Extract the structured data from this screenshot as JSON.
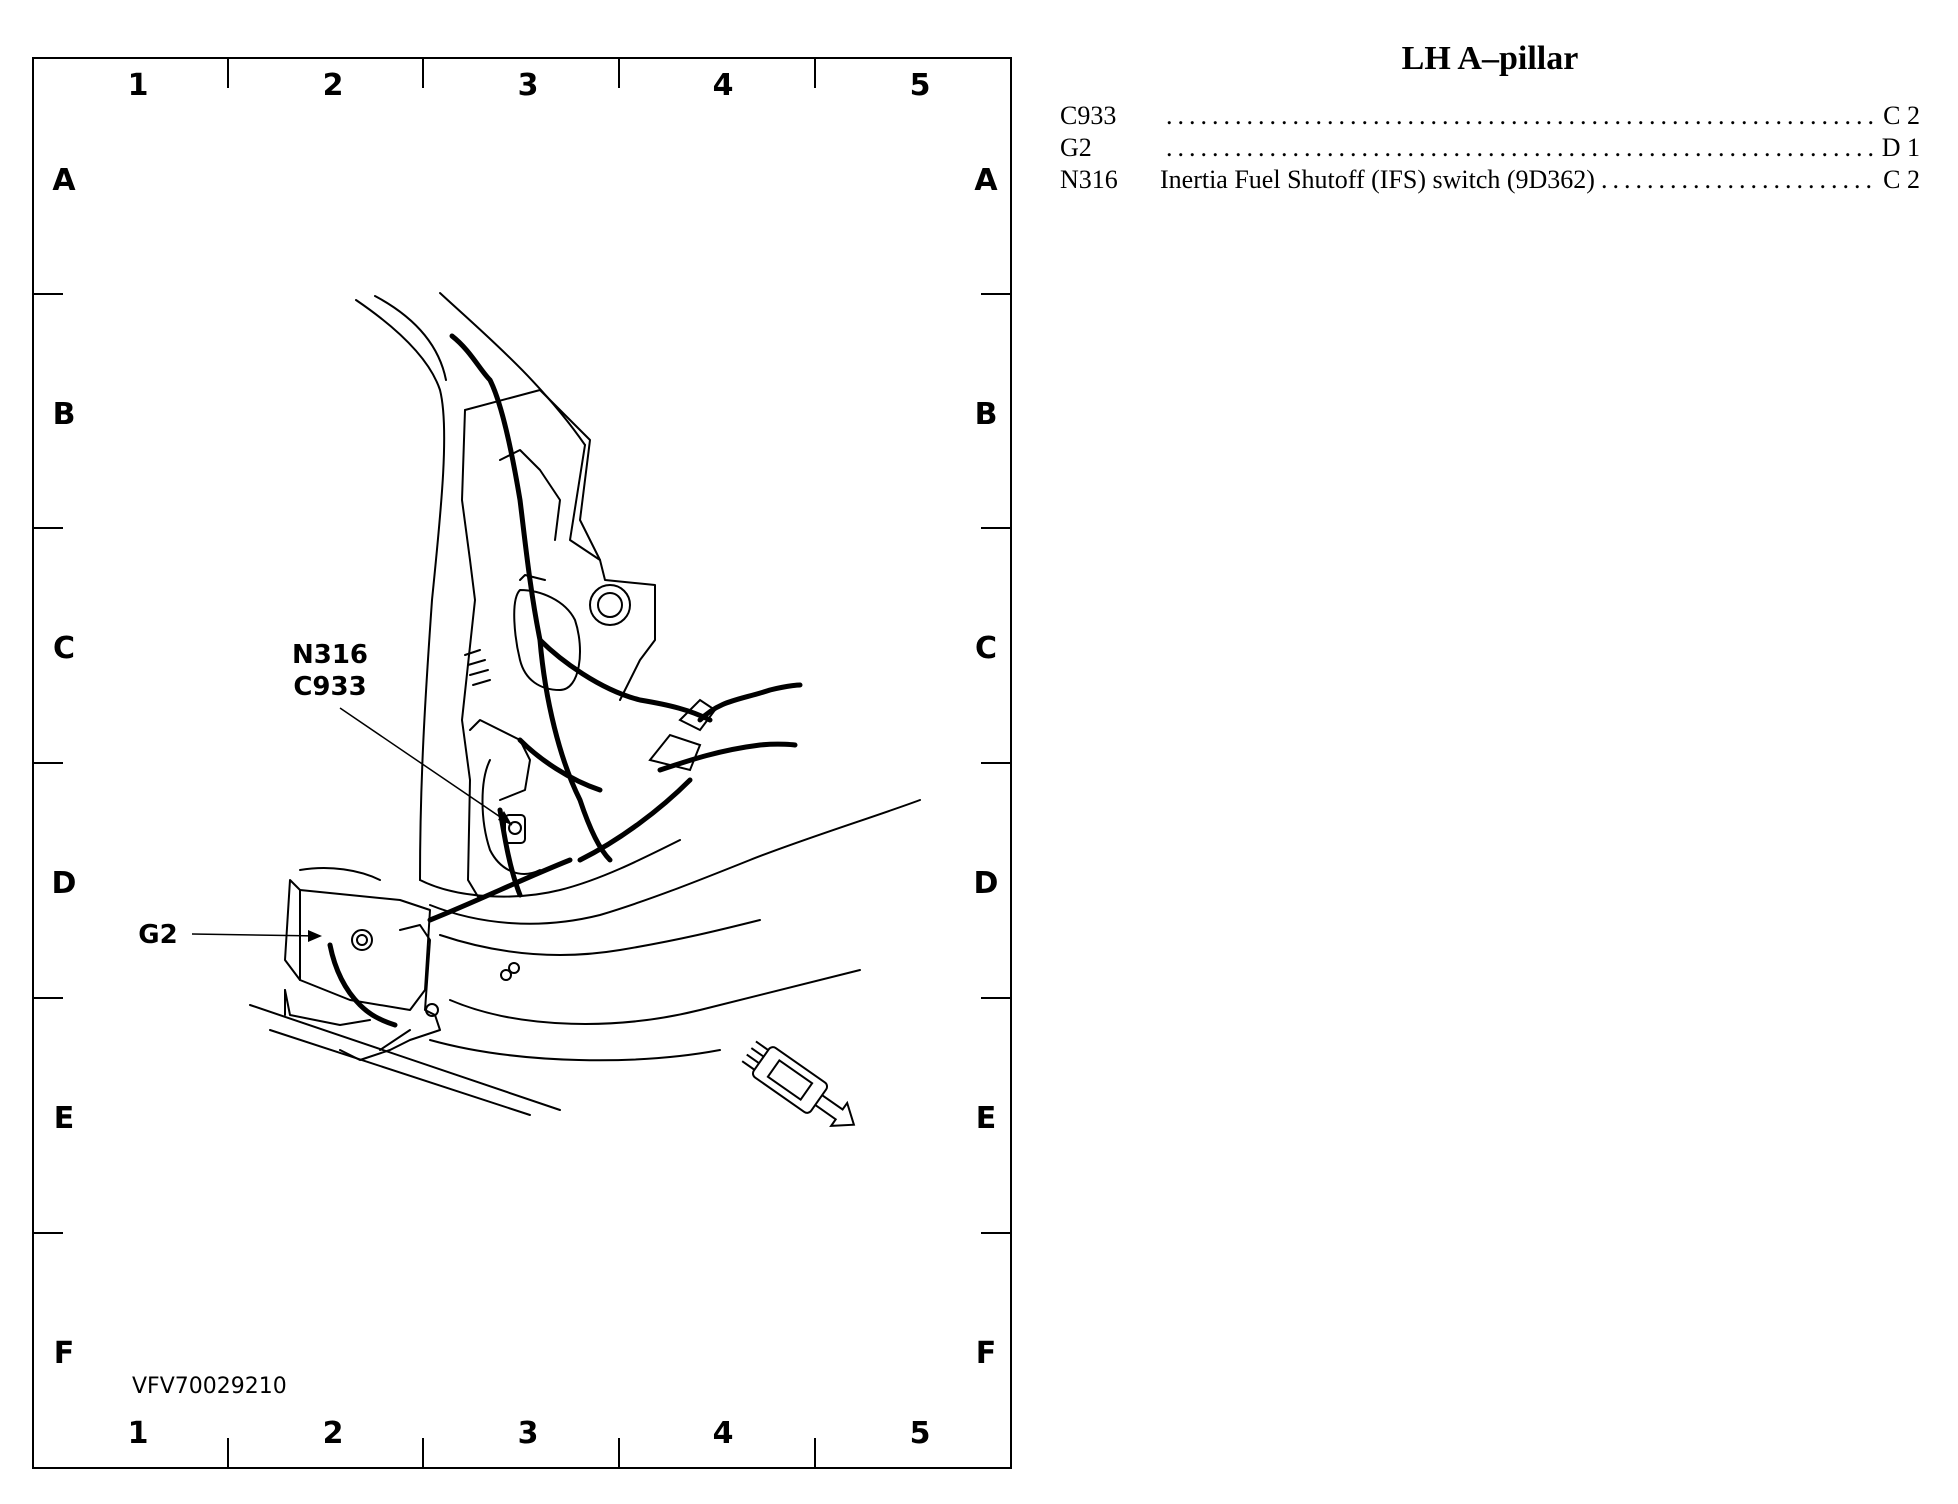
{
  "grid": {
    "columns": [
      "1",
      "2",
      "3",
      "4",
      "5"
    ],
    "rows": [
      "A",
      "B",
      "C",
      "D",
      "E",
      "F"
    ]
  },
  "callouts": {
    "n316": "N316",
    "c933": "C933",
    "g2": "G2"
  },
  "figure_id": "VFV70029210",
  "legend": {
    "title": "LH A–pillar",
    "entries": [
      {
        "code": "C933",
        "description": "",
        "location": "C 2"
      },
      {
        "code": "G2",
        "description": "",
        "location": "D 1"
      },
      {
        "code": "N316",
        "description": "Inertia Fuel Shutoff (IFS) switch (9D362)",
        "location": "C 2"
      }
    ]
  }
}
